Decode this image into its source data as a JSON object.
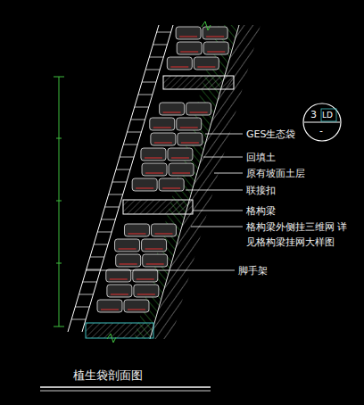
{
  "diagram": {
    "title": "植生袋剖面图",
    "nodes": [
      {
        "text": [
          "3",
          "LD",
          "-"
        ]
      }
    ],
    "labels": [
      "GES生态袋",
      "回填土",
      "原有坡面土层",
      "联接扣",
      "格构梁",
      "格构梁外侧挂三维网 详见格构梁挂网大样图",
      "脚手架"
    ]
  }
}
